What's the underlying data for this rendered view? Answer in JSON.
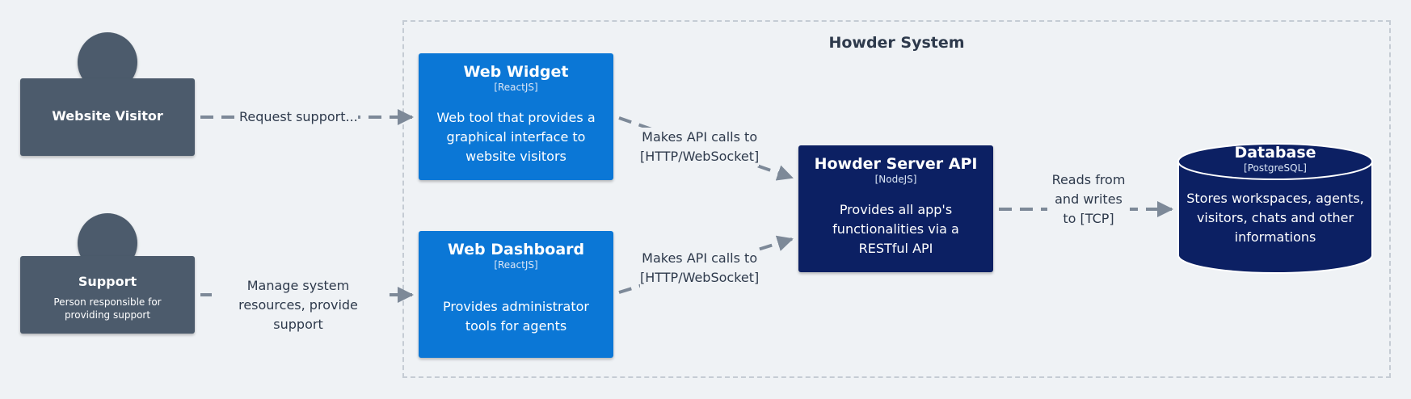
{
  "system": {
    "title": "Howder System"
  },
  "persons": [
    {
      "name": "Website Visitor",
      "description": ""
    },
    {
      "name": "Support",
      "description": "Person responsible for providing support"
    }
  ],
  "containers": {
    "web_widget": {
      "title": "Web Widget",
      "technology": "[ReactJS]",
      "description": "Web tool that provides a graphical interface to website visitors"
    },
    "web_dashboard": {
      "title": "Web Dashboard",
      "technology": "[ReactJS]",
      "description": "Provides administrator tools for agents"
    },
    "server_api": {
      "title": "Howder Server API",
      "technology": "[NodeJS]",
      "description": "Provides all app's functionalities via a RESTful API"
    },
    "database": {
      "title": "Database",
      "technology": "[PostgreSQL]",
      "description": "Stores workspaces, agents, visitors, chats and other informations"
    }
  },
  "relations": {
    "visitor_widget": "Request support...",
    "support_dashboard": "Manage system resources, provide support",
    "widget_api_1": "Makes API calls to",
    "widget_api_2": "[HTTP/WebSocket]",
    "dashboard_api_1": "Makes API calls to",
    "dashboard_api_2": "[HTTP/WebSocket]",
    "api_db": "Reads from and writes to [TCP]"
  },
  "colors": {
    "person": "#4c5b6c",
    "container_light": "#0b77d6",
    "container_dark": "#0c2063",
    "edge": "#7d8998",
    "boundary": "#c5ccd4",
    "background": "#eff2f5"
  }
}
